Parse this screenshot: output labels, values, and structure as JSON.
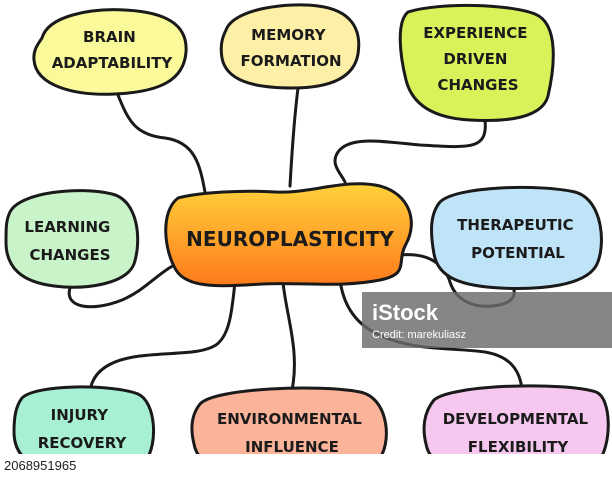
{
  "center": {
    "label": "NEUROPLASTICITY",
    "fill_top": "#ffd23a",
    "fill_bottom": "#ff7a1c"
  },
  "nodes": [
    {
      "id": "brain-adaptability",
      "lines": [
        "BRAIN",
        "ADAPTABILITY"
      ],
      "fill": "#fafa9a"
    },
    {
      "id": "memory-formation",
      "lines": [
        "MEMORY",
        "FORMATION"
      ],
      "fill": "#fdf0a6"
    },
    {
      "id": "experience-driven-changes",
      "lines": [
        "EXPERIENCE",
        "DRIVEN",
        "CHANGES"
      ],
      "fill": "#d8f25a"
    },
    {
      "id": "learning-changes",
      "lines": [
        "LEARNING",
        "CHANGES"
      ],
      "fill": "#c9f3c9"
    },
    {
      "id": "therapeutic-potential",
      "lines": [
        "THERAPEUTIC",
        "POTENTIAL"
      ],
      "fill": "#bfe3f7"
    },
    {
      "id": "injury-recovery",
      "lines": [
        "INJURY",
        "RECOVERY"
      ],
      "fill": "#a8f0d3"
    },
    {
      "id": "environmental-influence",
      "lines": [
        "ENVIRONMENTAL",
        "INFLUENCE"
      ],
      "fill": "#fbb39a"
    },
    {
      "id": "developmental-flexibility",
      "lines": [
        "DEVELOPMENTAL",
        "FLEXIBILITY"
      ],
      "fill": "#f6c8ef"
    }
  ],
  "watermark": {
    "brand": "iStock",
    "credit": "Credit: marekuliasz"
  },
  "image_id": "2068951965",
  "colors": {
    "outline": "#1a1a1a",
    "watermark_bg": "#6b6b6b"
  }
}
